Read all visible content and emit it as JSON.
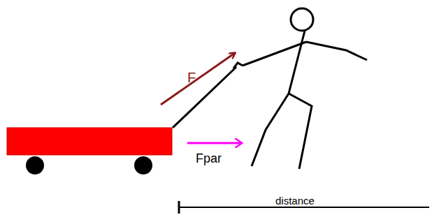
{
  "diagram": {
    "labels": [
      "F",
      "Fpar",
      "distance"
    ]
  }
}
